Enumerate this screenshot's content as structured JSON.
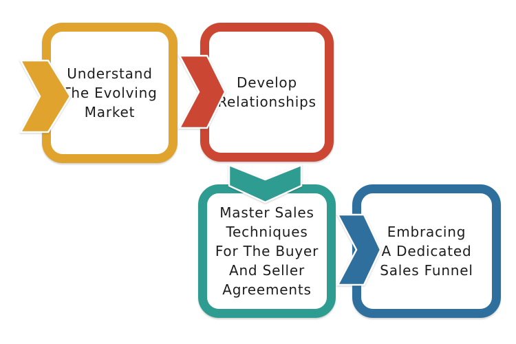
{
  "diagram": {
    "background_color": "#FFFFFF",
    "text_color": "#1C1C1C",
    "steps": [
      {
        "title": "Understand The Evolving Market",
        "lines": [
          "Understand",
          "The Evolving",
          "Market"
        ],
        "color": "#DFA32E",
        "arrow_direction": "right"
      },
      {
        "title": "Develop Relationships",
        "lines": [
          "Develop",
          "Relationships"
        ],
        "color": "#CB4734",
        "arrow_direction": "right"
      },
      {
        "title": "Master Sales Techniques For The Buyer And Seller Agreements",
        "lines": [
          "Master Sales",
          "Techniques",
          "For The Buyer",
          "And Seller",
          "Agreements"
        ],
        "color": "#2E9C90",
        "arrow_direction": "down"
      },
      {
        "title": "Embracing A Dedicated Sales Funnel",
        "lines": [
          "Embracing",
          "A Dedicated",
          "Sales Funnel"
        ],
        "color": "#2F6F9E",
        "arrow_direction": "right"
      }
    ]
  }
}
